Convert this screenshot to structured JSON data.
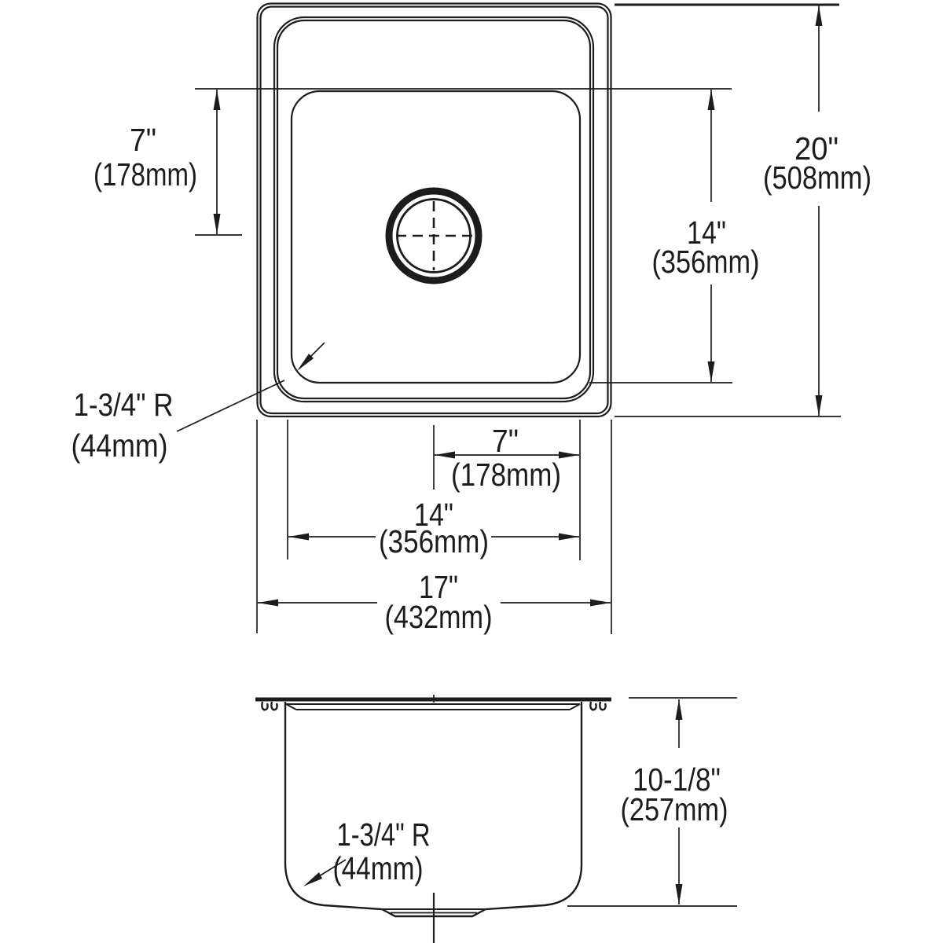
{
  "top_view": {
    "offset_left": {
      "in": "7\"",
      "mm": "(178mm)"
    },
    "overall_depth": {
      "in": "20\"",
      "mm": "(508mm)"
    },
    "bowl_depth": {
      "in": "14\"",
      "mm": "(356mm)"
    },
    "corner_radius": {
      "label": "1-3/4\" R",
      "mm": "(44mm)"
    },
    "offset_bottom": {
      "in": "7\"",
      "mm": "(178mm)"
    },
    "bowl_width": {
      "in": "14\"",
      "mm": "(356mm)"
    },
    "overall_width": {
      "in": "17\"",
      "mm": "(432mm)"
    }
  },
  "side_view": {
    "bowl_height": {
      "in": "10-1/8\"",
      "mm": "(257mm)"
    },
    "corner_radius": {
      "label": "1-3/4\" R",
      "mm": "(44mm)"
    }
  }
}
